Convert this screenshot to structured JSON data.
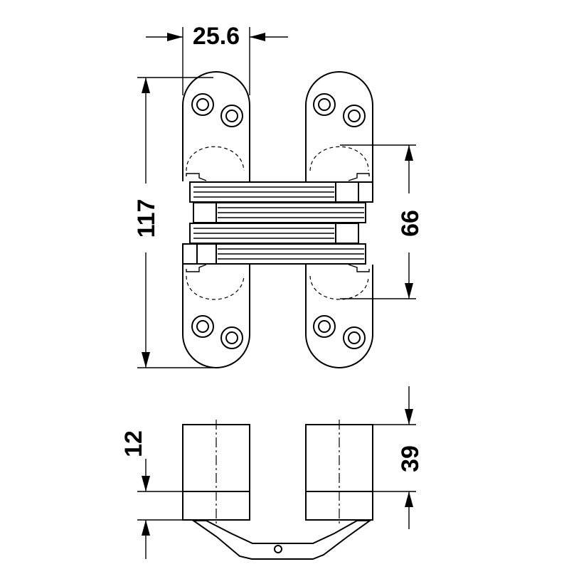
{
  "dimensions": {
    "width_top": "25.6",
    "height_total": "117",
    "slot_height": "66",
    "plate_thickness": "12",
    "body_depth": "39"
  },
  "colors": {
    "line": "#000000",
    "background": "#ffffff"
  }
}
